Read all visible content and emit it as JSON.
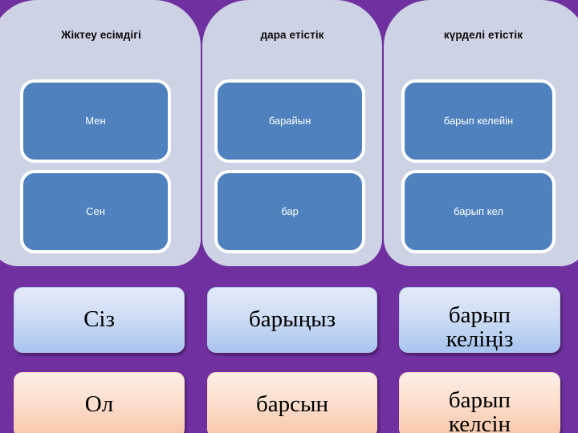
{
  "slide": {
    "background_color": "#7030A0",
    "panel_color": "#CDD2E4",
    "card_color": "#4E81BE",
    "card_text_color": "#FFFFFF",
    "button_blue_color": "#CFDEF5",
    "button_peach_color": "#FBDDCB"
  },
  "columns": [
    {
      "title": "Жіктеу есімдігі"
    },
    {
      "title": "дара етістік"
    },
    {
      "title": "күрделі етістік"
    }
  ],
  "rows": [
    {
      "style": "blue-card",
      "cells": [
        "Мен",
        "барайын",
        "барып келейін"
      ]
    },
    {
      "style": "blue-card",
      "cells": [
        "Сен",
        "бар",
        "барып кел"
      ]
    },
    {
      "style": "button-blue",
      "cells": [
        "Сіз",
        "барыңыз",
        "барып\nкеліңіз"
      ]
    },
    {
      "style": "button-peach",
      "cells": [
        "Ол",
        "барсын",
        "барып\nкелсін"
      ]
    }
  ]
}
